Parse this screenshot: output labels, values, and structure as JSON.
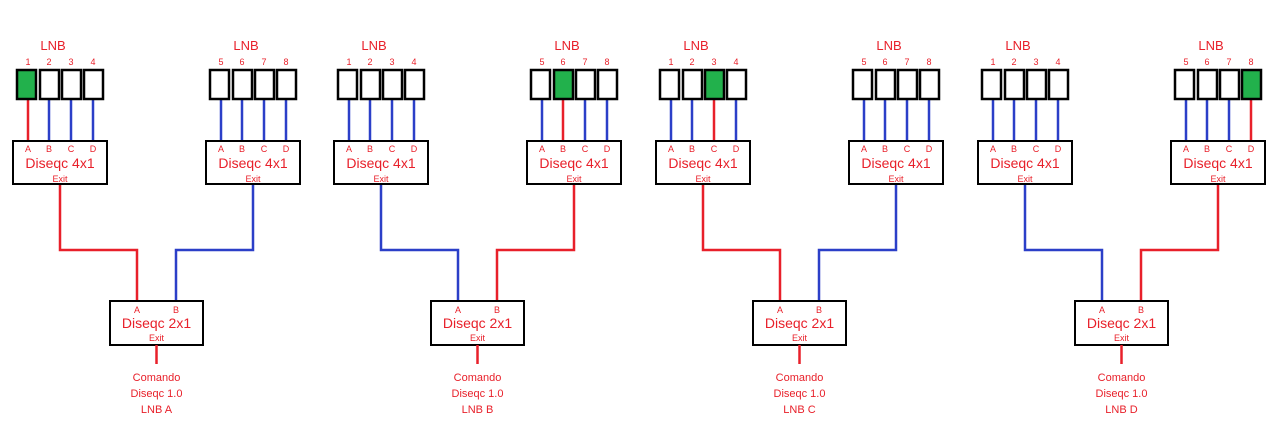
{
  "colors": {
    "red": "#e8202a",
    "blue": "#2b3fc8",
    "green": "#22b14c",
    "box_stroke": "#000000",
    "box_fill": "#ffffff"
  },
  "switch_4x1_label": "Diseqc 4x1",
  "switch_2x1_label": "Diseqc 2x1",
  "exit_label": "Exit",
  "groups": [
    {
      "id": "A",
      "caption": [
        "Comando",
        "Diseqc 1.0",
        "LNB A"
      ],
      "switch2_ports": [
        "A",
        "B"
      ],
      "switch2_active": "A",
      "switches4": [
        {
          "lnb_label": "LNB",
          "slots": [
            "1",
            "2",
            "3",
            "4"
          ],
          "ports": [
            "A",
            "B",
            "C",
            "D"
          ],
          "selected": 0,
          "link": "red"
        },
        {
          "lnb_label": "LNB",
          "slots": [
            "5",
            "6",
            "7",
            "8"
          ],
          "ports": [
            "A",
            "B",
            "C",
            "D"
          ],
          "selected": null,
          "link": "blue"
        }
      ]
    },
    {
      "id": "B",
      "caption": [
        "Comando",
        "Diseqc 1.0",
        "LNB B"
      ],
      "switch2_ports": [
        "A",
        "B"
      ],
      "switch2_active": "B",
      "switches4": [
        {
          "lnb_label": "LNB",
          "slots": [
            "1",
            "2",
            "3",
            "4"
          ],
          "ports": [
            "A",
            "B",
            "C",
            "D"
          ],
          "selected": null,
          "link": "blue"
        },
        {
          "lnb_label": "LNB",
          "slots": [
            "5",
            "6",
            "7",
            "8"
          ],
          "ports": [
            "A",
            "B",
            "C",
            "D"
          ],
          "selected": 1,
          "link": "red"
        }
      ]
    },
    {
      "id": "C",
      "caption": [
        "Comando",
        "Diseqc 1.0",
        "LNB C"
      ],
      "switch2_ports": [
        "A",
        "B"
      ],
      "switch2_active": "A",
      "switches4": [
        {
          "lnb_label": "LNB",
          "slots": [
            "1",
            "2",
            "3",
            "4"
          ],
          "ports": [
            "A",
            "B",
            "C",
            "D"
          ],
          "selected": 2,
          "link": "red"
        },
        {
          "lnb_label": "LNB",
          "slots": [
            "5",
            "6",
            "7",
            "8"
          ],
          "ports": [
            "A",
            "B",
            "C",
            "D"
          ],
          "selected": null,
          "link": "blue"
        }
      ]
    },
    {
      "id": "D",
      "caption": [
        "Comando",
        "Diseqc 1.0",
        "LNB D"
      ],
      "switch2_ports": [
        "A",
        "B"
      ],
      "switch2_active": "B",
      "switches4": [
        {
          "lnb_label": "LNB",
          "slots": [
            "1",
            "2",
            "3",
            "4"
          ],
          "ports": [
            "A",
            "B",
            "C",
            "D"
          ],
          "selected": null,
          "link": "blue"
        },
        {
          "lnb_label": "LNB",
          "slots": [
            "5",
            "6",
            "7",
            "8"
          ],
          "ports": [
            "A",
            "B",
            "C",
            "D"
          ],
          "selected": 3,
          "link": "red"
        }
      ]
    }
  ]
}
